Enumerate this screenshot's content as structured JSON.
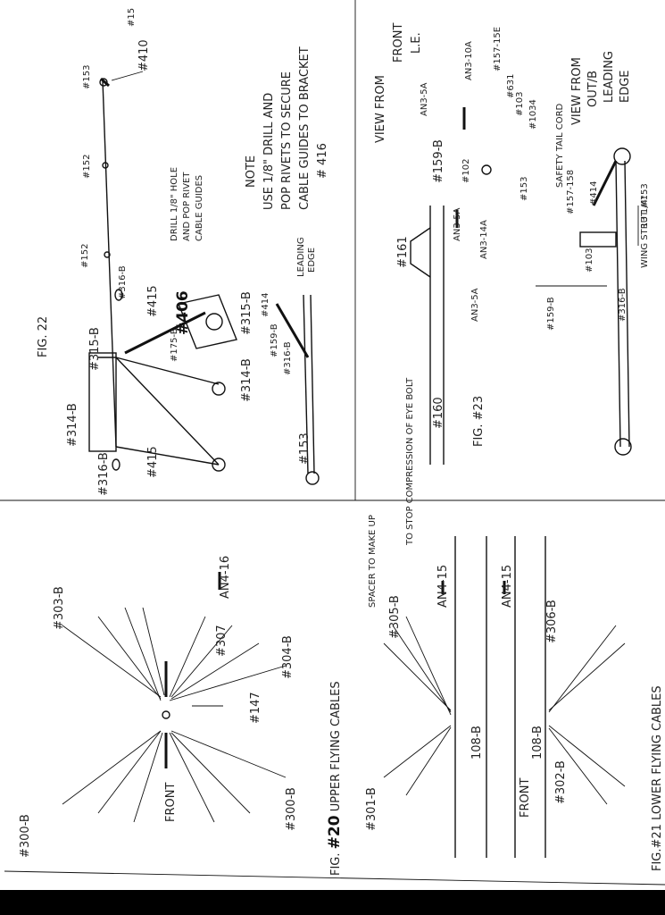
{
  "fig20": {
    "caption_pre": "FIG.",
    "caption_num": "#20",
    "caption_post": "UPPER FLYING CABLES",
    "front": "FRONT",
    "parts": [
      "#300-B",
      "#303-B",
      "#307",
      "AN4-16",
      "#304-B",
      "#147",
      "#300-B"
    ]
  },
  "fig21": {
    "caption": "FIG.#21 LOWER FLYING CABLES",
    "front": "FRONT",
    "spacer_note": "SPACER TO MAKE UP",
    "spacer_note2": "TO STOP COMPRESSION OF EYE BOLT",
    "parts": [
      "#301-B",
      "#305-B",
      "AN4-15",
      "108-B",
      "108-B",
      "AN4-15",
      "#306-B",
      "#302-B"
    ]
  },
  "fig22": {
    "caption": "FIG. 22",
    "drill_note": [
      "DRILL 1/8\" HOLE",
      "AND POP RIVET",
      "CABLE GUIDES"
    ],
    "note": [
      "NOTE",
      "USE 1/8\" DRILL AND",
      "POP RIVETS TO SECURE",
      "CABLE GUIDES TO BRACKET",
      "# 416"
    ],
    "leading_edge": [
      "LEADING",
      "EDGE"
    ],
    "parts": [
      "#15",
      "#410",
      "#153",
      "#152",
      "#152",
      "#316-B",
      "#415",
      "#406",
      "#315-B",
      "#315-B",
      "#175-B",
      "#314-B",
      "#314-B",
      "#316-B",
      "#415",
      "#414",
      "#159-B",
      "#316-B",
      "#153"
    ]
  },
  "fig23": {
    "caption": "FIG. #23",
    "view_front": [
      "VIEW FROM",
      "FRONT",
      "L.E."
    ],
    "view_out": [
      "VIEW FROM",
      "OUT/B",
      "LEADING",
      "EDGE"
    ],
    "safety": "SAFETY TAIL CORD",
    "wing_strut": "WING STRUT #153",
    "dim": "13 1/4\"",
    "parts": [
      "AN3-5A",
      "AN3-10A",
      "#157-15E",
      "#631",
      "#103",
      "#1034",
      "#159-B",
      "#102",
      "AN3-5A",
      "#153",
      "AN3-14A",
      "#161",
      "AN3-5A",
      "#160",
      "#157-158",
      "#414",
      "#159-B",
      "#316-B",
      "#103"
    ]
  }
}
